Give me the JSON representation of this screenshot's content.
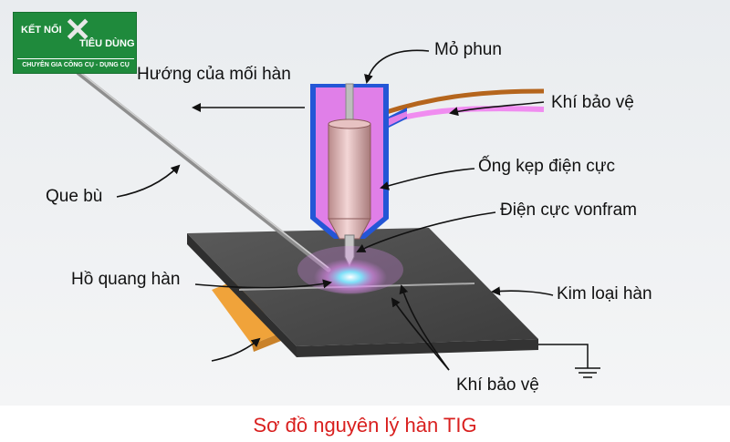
{
  "logo": {
    "line1": "KẾT NỐI",
    "line2": "TIÊU DÙNG",
    "tagline": "CHUYÊN GIA CÔNG CỤ - DỤNG CỤ"
  },
  "labels": {
    "nozzle": "Mỏ phun",
    "weld_direction": "Hướng của mối hàn",
    "shield_gas_top": "Khí bảo vệ",
    "collet": "Ống kẹp điện cực",
    "tungsten_electrode": "Điện cực vonfram",
    "filler_rod": "Que bù",
    "welding_arc": "Hồ quang hàn",
    "base_metal": "Kim loại hàn",
    "shield_gas_bottom": "Khí bảo vệ"
  },
  "caption": "Sơ đồ nguyên lý hàn TIG",
  "colors": {
    "torch_outer": "#2456d6",
    "torch_inner": "#e07fe8",
    "collet": "#d8a8a8",
    "electrode": "#c0c0c0",
    "hose_top": "#b5651d",
    "hose_bottom": "#f08cf0",
    "plate_top": "#4a4a4a",
    "plate_side": "#3a3a3a",
    "backing_bar": "#f0a33a",
    "arc": "#7fe7ff",
    "caption": "#d9201f",
    "logo_bg": "#1f8a3c"
  }
}
